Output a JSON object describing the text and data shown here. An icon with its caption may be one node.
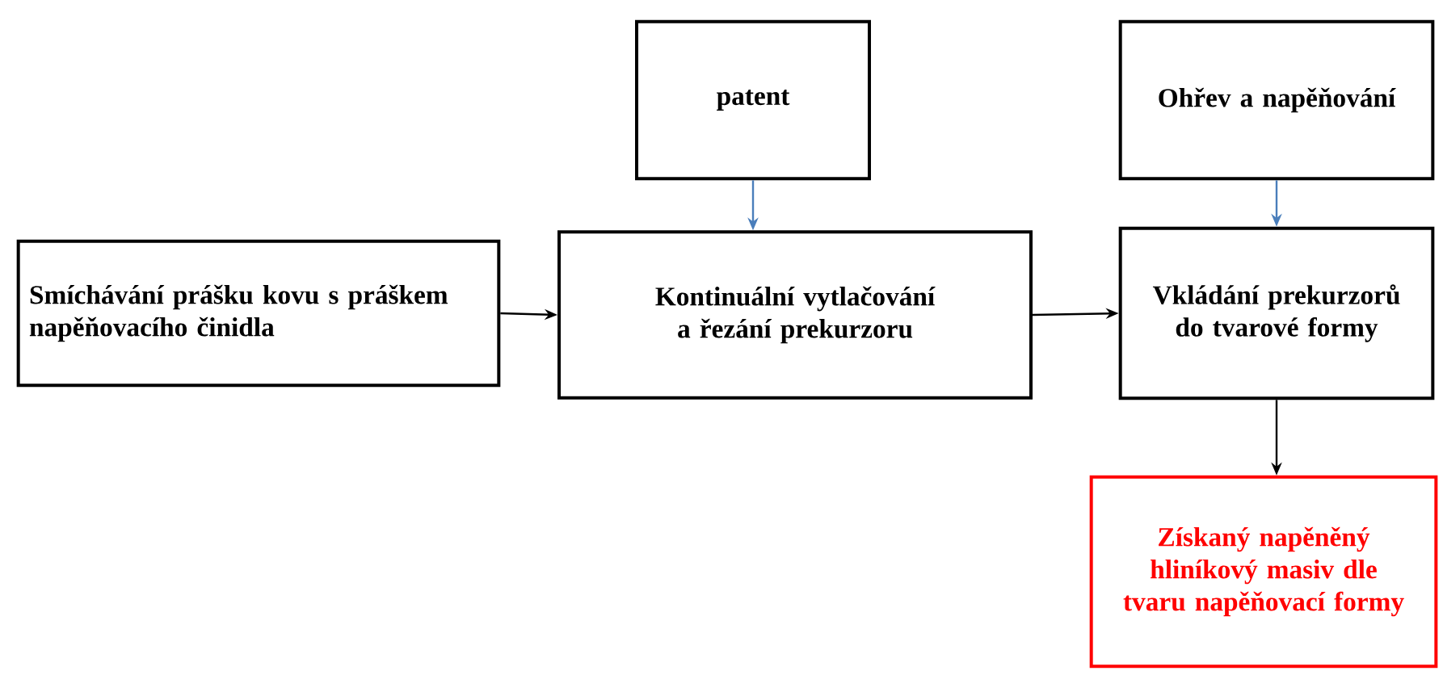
{
  "diagram": {
    "nodes": [
      {
        "text": [
          "patent"
        ]
      },
      {
        "text": [
          "Ohřev a napěňování"
        ]
      },
      {
        "text": [
          "Smíchávání prášku kovu s práškem napěňovacího činidla"
        ]
      },
      {
        "text": [
          "Kontinuální vytlačování a řezání prekurzoru"
        ]
      },
      {
        "text": [
          "Vkládání prekurzorů do tvarové formy"
        ]
      },
      {
        "text": [
          "Získaný napěněný hliníkový masiv dle tvaru napěňovací formy"
        ]
      }
    ],
    "edges": [
      {
        "from": 0,
        "to": 3,
        "arrow": "to",
        "color": "#4a7ebb"
      },
      {
        "from": 1,
        "to": 4,
        "arrow": "to",
        "color": "#4a7ebb"
      },
      {
        "from": 2,
        "to": 3,
        "arrow": "to"
      },
      {
        "from": 3,
        "to": 4,
        "arrow": "to"
      },
      {
        "from": 4,
        "to": 5,
        "arrow": "to"
      }
    ]
  }
}
